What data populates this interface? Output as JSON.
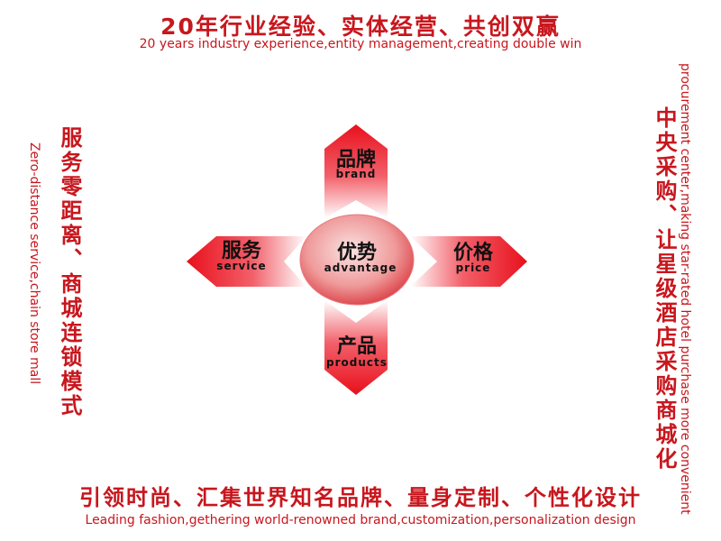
{
  "header": {
    "title_cn": "20年行业经验、实体经营、共创双赢",
    "title_en": "20 years industry experience,entity management,creating double win"
  },
  "left": {
    "text_cn": "服务零距离、商城连锁模式",
    "text_en": "Zero-distance service,chain store mall"
  },
  "right": {
    "text_cn": "中央采购、让星级酒店采购商城化",
    "text_en": "procurement center,making star-rated hotel purchase more convenient"
  },
  "diagram": {
    "center": {
      "cn": "优势",
      "en": "advantage"
    },
    "top": {
      "cn": "品牌",
      "en": "brand"
    },
    "left": {
      "cn": "服务",
      "en": "service"
    },
    "right": {
      "cn": "价格",
      "en": "price"
    },
    "bottom": {
      "cn": "产品",
      "en": "products"
    }
  },
  "footer": {
    "text_cn": "引领时尚、汇集世界知名品牌、量身定制、个性化设计",
    "text_en": "Leading fashion,gethering world-renowned brand,customization,personalization design"
  },
  "colors": {
    "accent": "#c8161d",
    "arrow": "#e8202a"
  }
}
